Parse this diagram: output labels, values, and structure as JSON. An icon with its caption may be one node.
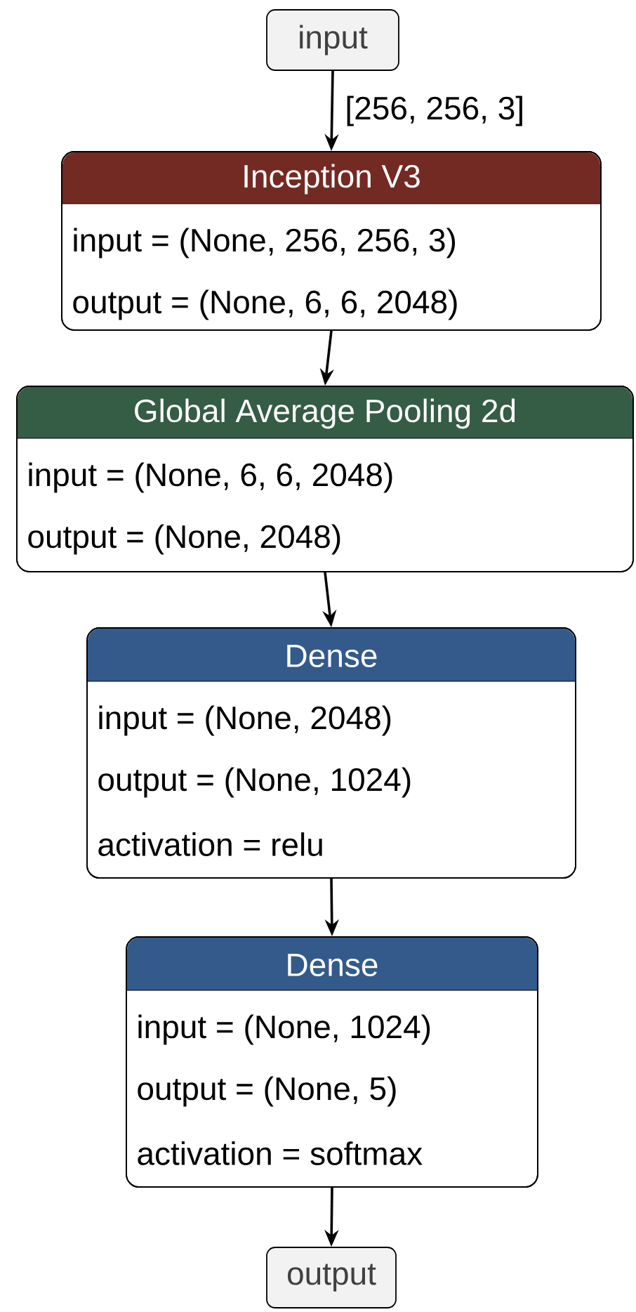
{
  "diagram": {
    "nodes": [
      {
        "text": [
          "input"
        ]
      },
      {
        "text": [
          "Inception V3",
          "input = (None, 256, 256, 3)",
          "output = (None, 6, 6, 2048)"
        ]
      },
      {
        "text": [
          "Global Average Pooling 2d",
          "input = (None, 6, 6, 2048)",
          "output = (None, 2048)"
        ]
      },
      {
        "text": [
          "Dense",
          "input = (None, 2048)",
          "output = (None, 1024)",
          "activation = relu"
        ]
      },
      {
        "text": [
          "Dense",
          "input = (None, 1024)",
          "output = (None, 5)",
          "activation = softmax"
        ]
      },
      {
        "text": [
          "output"
        ]
      }
    ],
    "edges": [
      {
        "from": 0,
        "to": 1,
        "arrow": "to",
        "label": "[256, 256, 3]"
      },
      {
        "from": 1,
        "to": 2,
        "arrow": "to"
      },
      {
        "from": 2,
        "to": 3,
        "arrow": "to"
      },
      {
        "from": 3,
        "to": 4,
        "arrow": "to"
      },
      {
        "from": 4,
        "to": 5,
        "arrow": "to"
      }
    ]
  }
}
